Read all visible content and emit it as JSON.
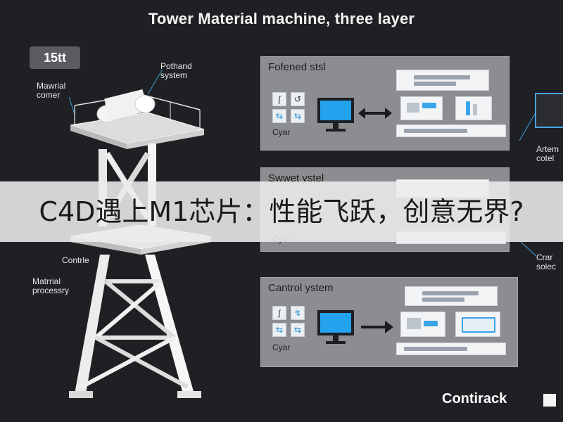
{
  "header": {
    "title": "Tower Material machine, three layer"
  },
  "badge": {
    "label": "15tt"
  },
  "callouts": {
    "top_right": "Pothand\nsystem",
    "top_left": "Mawrial\ncomer",
    "mid_left": "Contrle",
    "bottom_left": "Matrrial\nprocessry"
  },
  "panels": [
    {
      "title": "Fofened stsl",
      "bottom_label": "Cyar",
      "icon_glyphs": [
        "ʃ",
        "↺",
        "⇆",
        "⇆"
      ],
      "arrow": "double"
    },
    {
      "title": "Swwet ystel",
      "bottom_label": "Cyar",
      "icon_glyphs": [],
      "arrow": "none"
    },
    {
      "title": "Cantrol ystem",
      "bottom_label": "Cyar",
      "icon_glyphs": [
        "ʃ",
        "↯",
        "⇆",
        "⇆"
      ],
      "arrow": "right"
    }
  ],
  "side_labels": {
    "top": "Artem\ncotel",
    "bottom": "Crar\nsolec"
  },
  "overlay": {
    "text": "C4D遇上M1芯片：性能飞跃，创意无界?"
  },
  "footer": {
    "brand": "Contirack"
  },
  "colors": {
    "accent": "#1a8fd9",
    "panel": "#8c8d90",
    "background": "#1f2023"
  }
}
